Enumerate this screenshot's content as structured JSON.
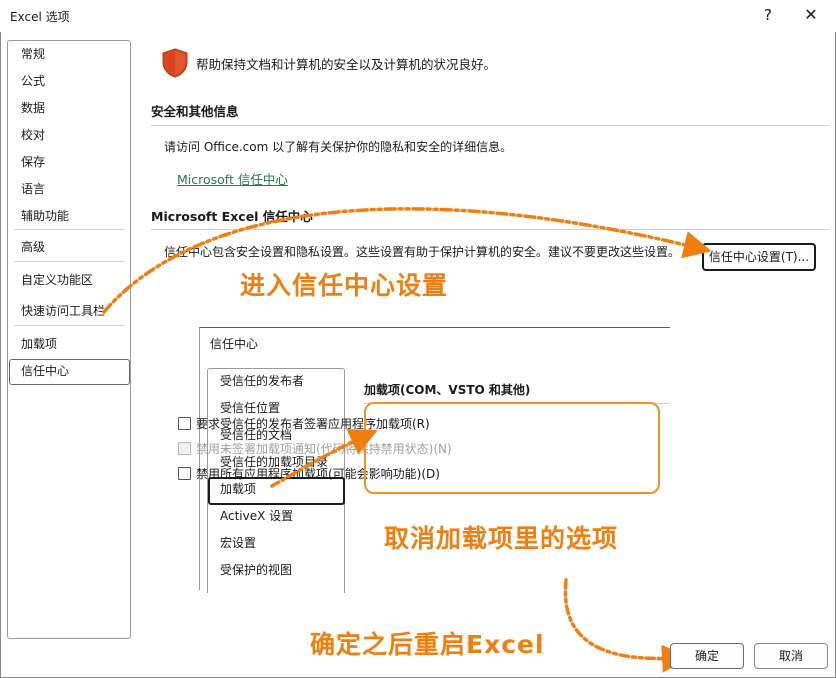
{
  "window": {
    "title": "Excel 选项",
    "help": "?",
    "close": "✕"
  },
  "nav": {
    "items": [
      {
        "label": "常规"
      },
      {
        "label": "公式"
      },
      {
        "label": "数据"
      },
      {
        "label": "校对"
      },
      {
        "label": "保存"
      },
      {
        "label": "语言"
      },
      {
        "label": "辅助功能"
      },
      {
        "label": "高级"
      },
      {
        "label": "自定义功能区"
      },
      {
        "label": "快速访问工具栏"
      },
      {
        "label": "加载项"
      },
      {
        "label": "信任中心",
        "selected": true
      }
    ]
  },
  "main": {
    "header_text": "帮助保持文档和计算机的安全以及计算机的状况良好。",
    "security_section_title": "安全和其他信息",
    "privacy_text": "请访问 Office.com  以了解有关保护你的隐私和安全的详细信息。",
    "ms_trust_link": "Microsoft 信任中心",
    "trust_section_title": "Microsoft Excel 信任中心",
    "trust_text": "信任中心包含安全设置和隐私设置。这些设置有助于保护计算机的安全。建议不要更改这些设置。",
    "trust_button": "信任中心设置(T)..."
  },
  "trust_center": {
    "title": "信任中心",
    "nav_items": [
      {
        "label": "受信任的发布者"
      },
      {
        "label": "受信任位置"
      },
      {
        "label": "受信任的文档"
      },
      {
        "label": "受信任的加载项目录"
      },
      {
        "label": "加载项",
        "selected": true
      },
      {
        "label": "ActiveX 设置"
      },
      {
        "label": "宏设置"
      },
      {
        "label": "受保护的视图"
      }
    ],
    "addins_title": "加载项(COM、VSTO 和其他)",
    "options": [
      {
        "label": "要求受信任的发布者签署应用程序加载项(R)",
        "checked": false,
        "enabled": true
      },
      {
        "label": "禁用未签署加载项通知(代码将保持禁用状态)(N)",
        "checked": false,
        "enabled": false
      },
      {
        "label": "禁用所有应用程序加载项(可能会影响功能)(D)",
        "checked": false,
        "enabled": true
      }
    ]
  },
  "annotations": {
    "step1": "进入信任中心设置",
    "step2": "取消加载项里的选项",
    "step3": "确定之后重启Excel",
    "color": "#f07f10"
  },
  "footer": {
    "ok": "确定",
    "cancel": "取消"
  },
  "colors": {
    "link": "#1e7a48",
    "shield": "#d9461e",
    "highlight_box": "#f5921e"
  }
}
